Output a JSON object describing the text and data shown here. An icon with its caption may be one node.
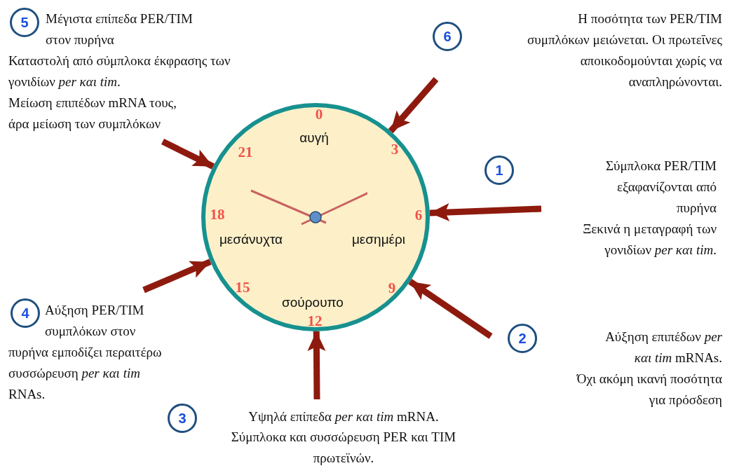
{
  "diagram": {
    "nodes": [
      {
        "text": [
          "5"
        ],
        "beside": [
          "Μέγιστα επίπεδα PER/TIM στον πυρήνα",
          "Καταστολή από σύμπλοκα έκφρασης των γονιδίων *per και tim*.",
          "Μείωση επιπέδων mRNA τους, άρα μείωση των συμπλόκων"
        ]
      },
      {
        "text": [
          "6"
        ]
      },
      {
        "text": [
          "1"
        ],
        "beside": [
          "Σύμπλοκα PER/TIM εξαφανίζονται από πυρήνα",
          "Ξεκινά η μεταγραφή των γονιδίων *per και tim*."
        ]
      },
      {
        "text": [
          "0",
          "αυγή",
          "21",
          "3",
          "18",
          "6",
          "μεσάνυχτα",
          "μεσημέρι",
          "15",
          "9",
          "σούρουπο",
          "12"
        ]
      },
      {
        "text": [
          "4"
        ],
        "beside": [
          "Αύξηση PER/TIM συμπλόκων στον πυρήνα εμποδίζει περαιτέρω συσσώρευση *per και tim* RNAs."
        ]
      },
      {
        "text": [
          "2"
        ],
        "beside": [
          "Αύξηση επιπέδων *per και tim* mRNAs.",
          "Όχι ακόμη ικανή ποσότητα για πρόσδεση"
        ]
      },
      {
        "text": [
          "3"
        ],
        "beside": [
          "Υψηλά επίπεδα *per και tim* mRNA.",
          "Σύμπλοκα και συσσώρευση PER και TIM πρωτεϊνών."
        ]
      }
    ],
    "edges": [
      {
        "from": null,
        "to": 3,
        "arrow": "to"
      },
      {
        "from": null,
        "to": 3,
        "arrow": "to"
      },
      {
        "from": null,
        "to": 3,
        "arrow": "to"
      },
      {
        "from": null,
        "to": 3,
        "arrow": "to"
      },
      {
        "from": null,
        "to": 3,
        "arrow": "to"
      },
      {
        "from": null,
        "to": 3,
        "arrow": "to"
      }
    ],
    "labels": [
      "Η ποσότητα των PER/TIM συμπλόκων μειώνεται. Οι πρωτεΐνες αποικοδομούνται χωρίς να αναπληρώνονται."
    ]
  }
}
